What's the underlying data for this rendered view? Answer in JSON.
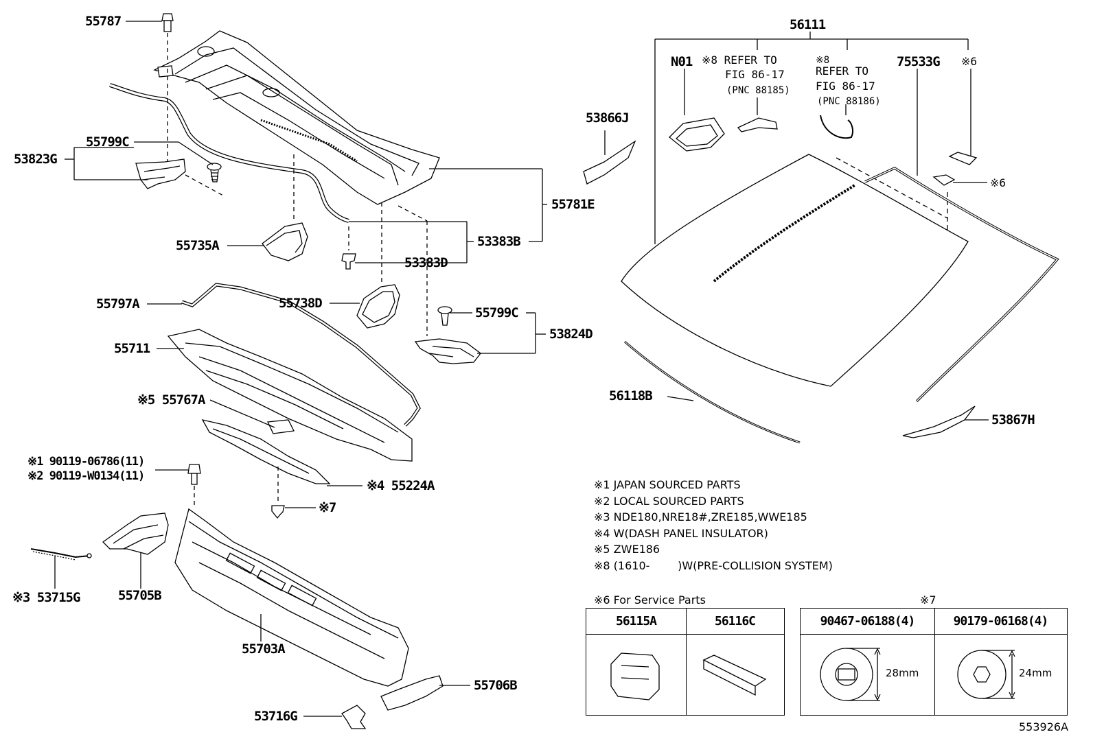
{
  "labels": {
    "p55787": "55787",
    "p55799c_a": "55799C",
    "p53823g": "53823G",
    "p55735a": "55735A",
    "p53383b": "53383B",
    "p53383d": "53383D",
    "p55781e": "55781E",
    "p55797a": "55797A",
    "p55738d": "55738D",
    "p55799c_b": "55799C",
    "p53824d": "53824D",
    "p55711": "55711",
    "p55767a": "※5 55767A",
    "p55224a": "※4 55224A",
    "p90119_1": "※1 90119-06786(11)",
    "p90119_2": "※2 90119-W0134(11)",
    "p_star7": "※7",
    "p53715g": "※3 53715G",
    "p55705b": "55705B",
    "p55703a": "55703A",
    "p55706b": "55706B",
    "p53716g": "53716G",
    "p56111": "56111",
    "pN01": "N01",
    "ref1_a": "※8 REFER TO",
    "ref1_b": "FIG 86-17",
    "ref1_c": "(PNC 88185)",
    "ref2_a": "※8",
    "ref2_b": "REFER TO",
    "ref2_c": "FIG 86-17",
    "ref2_d": "(PNC 88186)",
    "p75533g": "75533G",
    "star6_a": "※6",
    "star6_b": "※6",
    "p53866j": "53866J",
    "p56118b": "56118B",
    "p53867h": "53867H"
  },
  "notes": [
    "※1 JAPAN SOURCED PARTS",
    "※2 LOCAL SOURCED PARTS",
    "※3 NDE180,NRE18#,ZRE185,WWE185",
    "※4 W(DASH PANEL INSULATOR)",
    "※5 ZWE186",
    "※8 (1610-        )W(PRE-COLLISION SYSTEM)"
  ],
  "service_table": {
    "title": "※6 For Service Parts",
    "col1": "56115A",
    "col2": "56116C"
  },
  "star7_table": {
    "title": "※7",
    "col1": "90467-06188(4)",
    "col2": "90179-06168(4)",
    "dim1": "28mm",
    "dim2": "24mm"
  },
  "figure_id": "553926A"
}
